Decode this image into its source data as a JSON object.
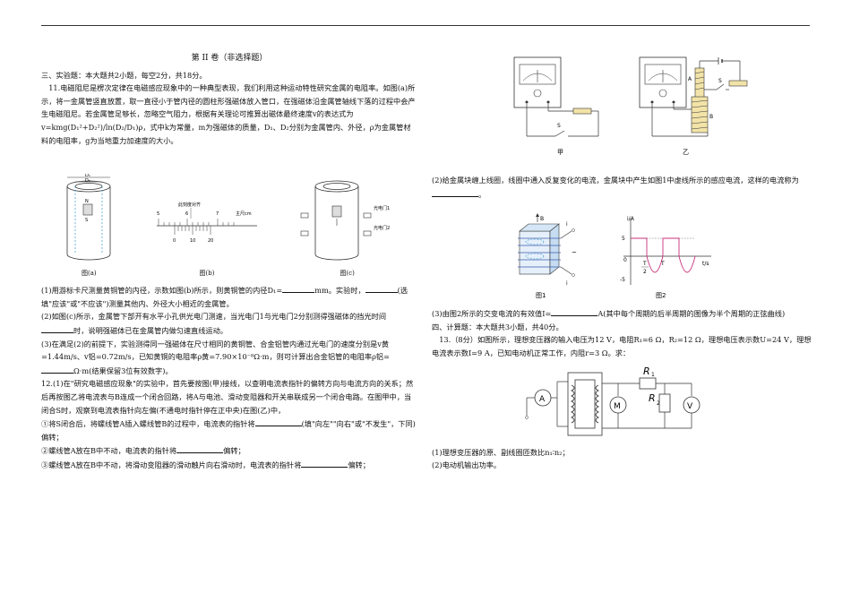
{
  "header": {
    "section_title": "第 II 卷（非选择题）"
  },
  "left": {
    "sec3": "三、实验题：本大题共2小题，每空2分，共18分。",
    "q11_intro": "11.电磁阻尼是楞次定律在电磁感应现象中的一种典型表现，我们利用这种运动特性研究金属的电阻率。如图(a)所示，将一金属管竖直放置，取一直径小于管内径的圆柱形强磁体放入管口，在强磁体沿金属管轴线下落的过程中会产生电磁阻尼。若金属管足够长，忽略空气阻力，根据有关理论可推算出磁体最终速度v的表达式为v=",
    "q11_formula": "kmg(D₁²+D₂²)/ln(D₂/D₁)ρ，式中k为常量，m为强磁体的质量，D₁、D₂分别为金属管内、外径，ρ为金属管材料的电阻率，g为当地重力加速度的大小。",
    "fig_a": "图(a)",
    "fig_b": "图(b)",
    "fig_c": "图(c)",
    "fig_b_note": "此刻度对齐",
    "fig_b_unit": "主尺cm",
    "fig_b_ticks": [
      "5",
      "6",
      "7",
      "0",
      "10",
      "20"
    ],
    "fig_c_gate1": "光电门1",
    "fig_c_gate2": "光电门2",
    "fig_a_N": "N",
    "fig_a_S": "S",
    "fig_a_D1": "D₁",
    "fig_a_D2": "D₂",
    "q11_1": "(1)用游标卡尺测量黄铜管的内径，示数如图(b)所示，则黄铜管的内径D₁=",
    "q11_1b": "mm。实验时，",
    "q11_1c": "(选填\"应该\"或\"不应该\")测量其他内、外径大小相近的金属管。",
    "q11_2": "(2)如图(c)所示，金属管下部开有水平小孔供光电门测速，当光电门1与光电门2分别测得强磁体的挡光时间",
    "q11_2b": "时，说明强磁体已在金属管内做匀速直线运动。",
    "q11_3": "(3)在满足(2)的前提下，实验测得同一强磁体在尺寸相同的黄铜管、合金铝管内通过光电门的速度分别是v黄=1.44m/s、v铝=0.72m/s，已知黄铜的电阻率ρ黄=7.90×10⁻⁸Ω·m，则可计算出合金铝管的电阻率ρ铝=",
    "q11_3b": "Ω·m(结果保留3位有效数字)。",
    "q12_intro": "12.(1)在\"研究电磁感应现象\"的实验中，首先要按图(甲)接线，以查明电流表指针的偏转方向与电流方向的关系；然后再按图乙将电流表与B连成一个闭合回路，将A与电池、滑动变阻器和开关串联成另一个闭合电路。在图甲中，当闭合S时，观察到电流表指针向左偏(不通电时指针停在正中央)在图(乙)中，",
    "q12_a": "①将S闭合后，将螺线管A插入螺线管B的过程中，电流表的指针将",
    "q12_a2": "(填\"向左\"\"向右\"或\"不发生\"，下同)偏转；",
    "q12_b": "②螺线管A放在B中不动，电流表的指针将",
    "q12_b2": "偏转；",
    "q12_c": "③螺线管A放在B中不动，将滑动变阻器的滑动触片向右滑动时，电流表的指针将",
    "q12_c2": "偏转；"
  },
  "right": {
    "fig_jia": "甲",
    "fig_yi": "乙",
    "lbl_S": "S",
    "lbl_A": "A",
    "lbl_B": "B",
    "lbl_S2": "S",
    "q12_2": "(2)给金属块缠上线圈，线圈中通入反复变化的电流，金属块中产生如图1中虚线所示的感应电流，这样的电流称为",
    "q12_2b": "。",
    "fig1": "图1",
    "fig2": "图2",
    "fig1_B": "B",
    "fig1_i": "i",
    "fig1_tilde": "~",
    "fig2_ylabel": "i/A",
    "fig2_xlabel": "t/s",
    "fig2_5": "5",
    "fig2_0": "0",
    "fig2_m5": "-5",
    "fig2_T2": "T",
    "fig2_T2d": "2",
    "fig2_T": "T",
    "q12_3": "(3)由图2所示的交变电流的有效值I=",
    "q12_3b": "A(其中每个周期的后半周期的图像为半个周期的正弦曲线)",
    "sec4": "四、计算题：本大题共3小题，共40分。",
    "q13": "13.（8分）如图所示，理想变压器的输入电压为12 V，电阻R₁=6 Ω，R₂=12 Ω，理想电压表示数U=24 V，理想电流表示数I=9 A，已知电动机正常工作，内阻r=3 Ω。求：",
    "circ_A": "A",
    "circ_M": "M",
    "circ_V": "V",
    "circ_R1": "R",
    "circ_R1s": "1",
    "circ_R2": "R",
    "circ_R2s": "2",
    "q13_1": "(1)理想变压器的原、副线圈匝数比n₁∶n₂；",
    "q13_2": "(2)电动机输出功率。"
  }
}
